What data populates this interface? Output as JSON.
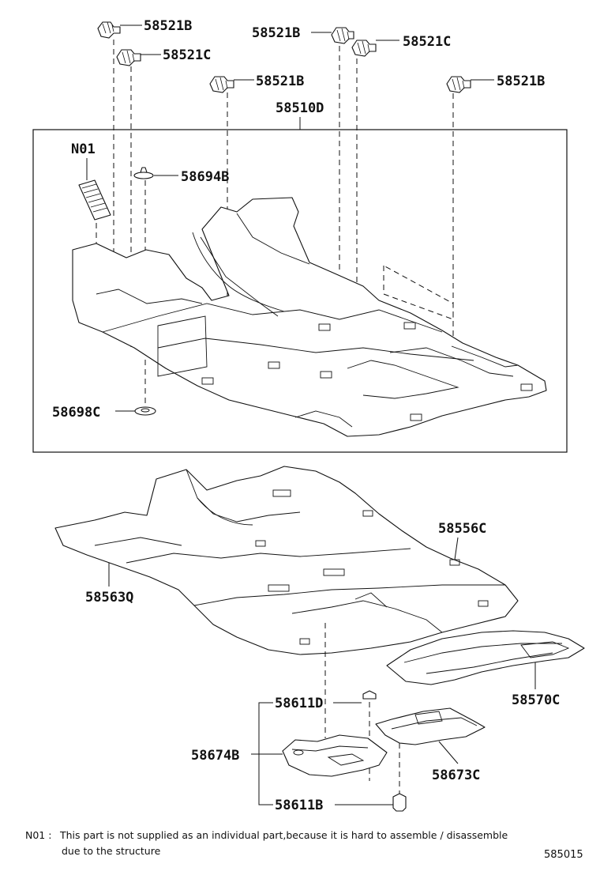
{
  "parts": {
    "clip_b_1": "58521B",
    "clip_c_1": "58521C",
    "clip_b_2": "58521B",
    "clip_b_3": "58521B",
    "clip_c_2": "58521C",
    "clip_b_4": "58521B",
    "floor_carpet": "58510D",
    "note_item": "N01",
    "fastener_top": "58694B",
    "fastener_bottom": "58698C",
    "silencer_pad": "58556C",
    "floor_silencer": "58563Q",
    "rear_silencer": "58570C",
    "screw_top": "58611D",
    "bracket_left": "58674B",
    "bracket_right": "58673C",
    "screw_bottom": "58611B"
  },
  "note": {
    "code": "N01 :",
    "line1": "This part is not supplied as an individual part,because it is hard to assemble / disassemble",
    "line2": "due to the structure"
  },
  "illustration_number": "585015"
}
